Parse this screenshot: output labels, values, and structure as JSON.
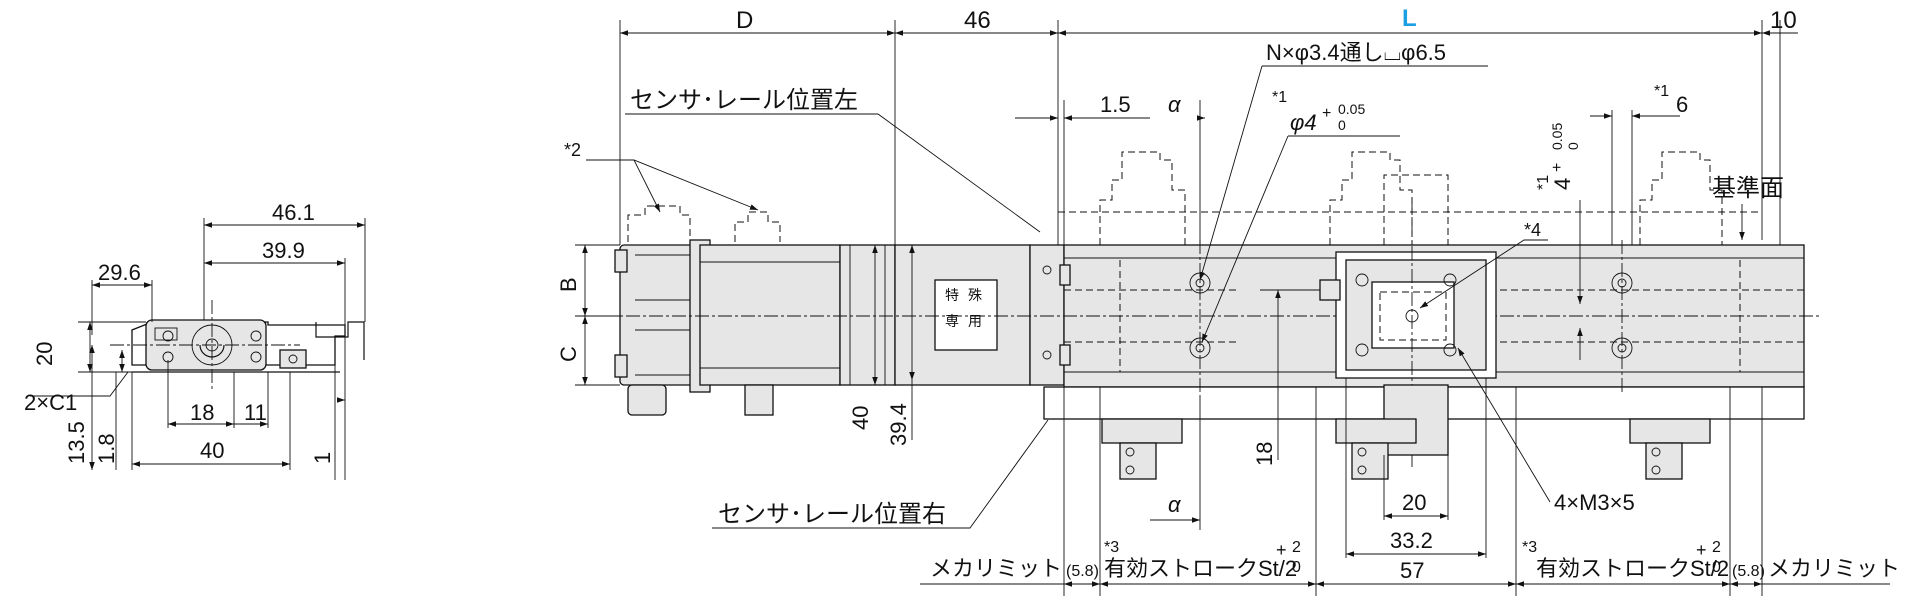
{
  "side_view": {
    "dims": {
      "d46_1": "46.1",
      "d39_9": "39.9",
      "d29_6": "29.6",
      "d20": "20",
      "c1": "2×C1",
      "d13_5": "13.5",
      "d1_8": "1.8",
      "d18": "18",
      "d11": "11",
      "d40": "40",
      "d1": "1"
    }
  },
  "front_view": {
    "top_dims": {
      "D": "D",
      "d46": "46",
      "L": "L",
      "d10": "10",
      "d1_5": "1.5",
      "alpha_top": "α",
      "alpha_bottom": "α",
      "six_prefix": "*1",
      "six": "6"
    },
    "hole_note": "N×φ3.4通し⌴φ6.5",
    "pin_note": {
      "prefix": "*1",
      "main": "φ4",
      "tol_plus": "+",
      "tol_upper": "0.05",
      "tol_lower": "0"
    },
    "pin_note_vertical": {
      "prefix": "*1",
      "main": "4",
      "tol_plus": "+",
      "tol_upper": "0.05",
      "tol_lower": "0"
    },
    "labels": {
      "sensor_rail_left": "センサ･レール位置左",
      "sensor_rail_right": "センサ･レール位置右",
      "star2": "*2",
      "ref_surface": "基準面",
      "star4": "*4",
      "tap_note": "4×M3×5",
      "B": "B",
      "C": "C",
      "d40": "40",
      "d39_4": "39.4",
      "d18": "18",
      "d20": "20",
      "d33_2": "33.2",
      "d57": "57"
    },
    "bottom_dims": {
      "mech_limit_left": "メカリミット",
      "gap_left": "(5.8)",
      "stroke_left_prefix": "*3",
      "stroke_left": "有効ストロークSt/2",
      "tol_left_upper": "2",
      "tol_left_lower": "0",
      "tol_left_plus": "+",
      "stroke_right_prefix": "*3",
      "stroke_right": "有効ストロークSt/2",
      "tol_right_upper": "2",
      "tol_right_lower": "0",
      "tol_right_plus": "+",
      "gap_right": "(5.8)",
      "mech_limit_right": "メカリミット"
    },
    "stamp_chars": [
      "特",
      "殊",
      "専",
      "用"
    ]
  },
  "colors": {
    "line": "#111111",
    "body_fill": "#e6e6e6",
    "highlight": "#1a9fe0"
  }
}
